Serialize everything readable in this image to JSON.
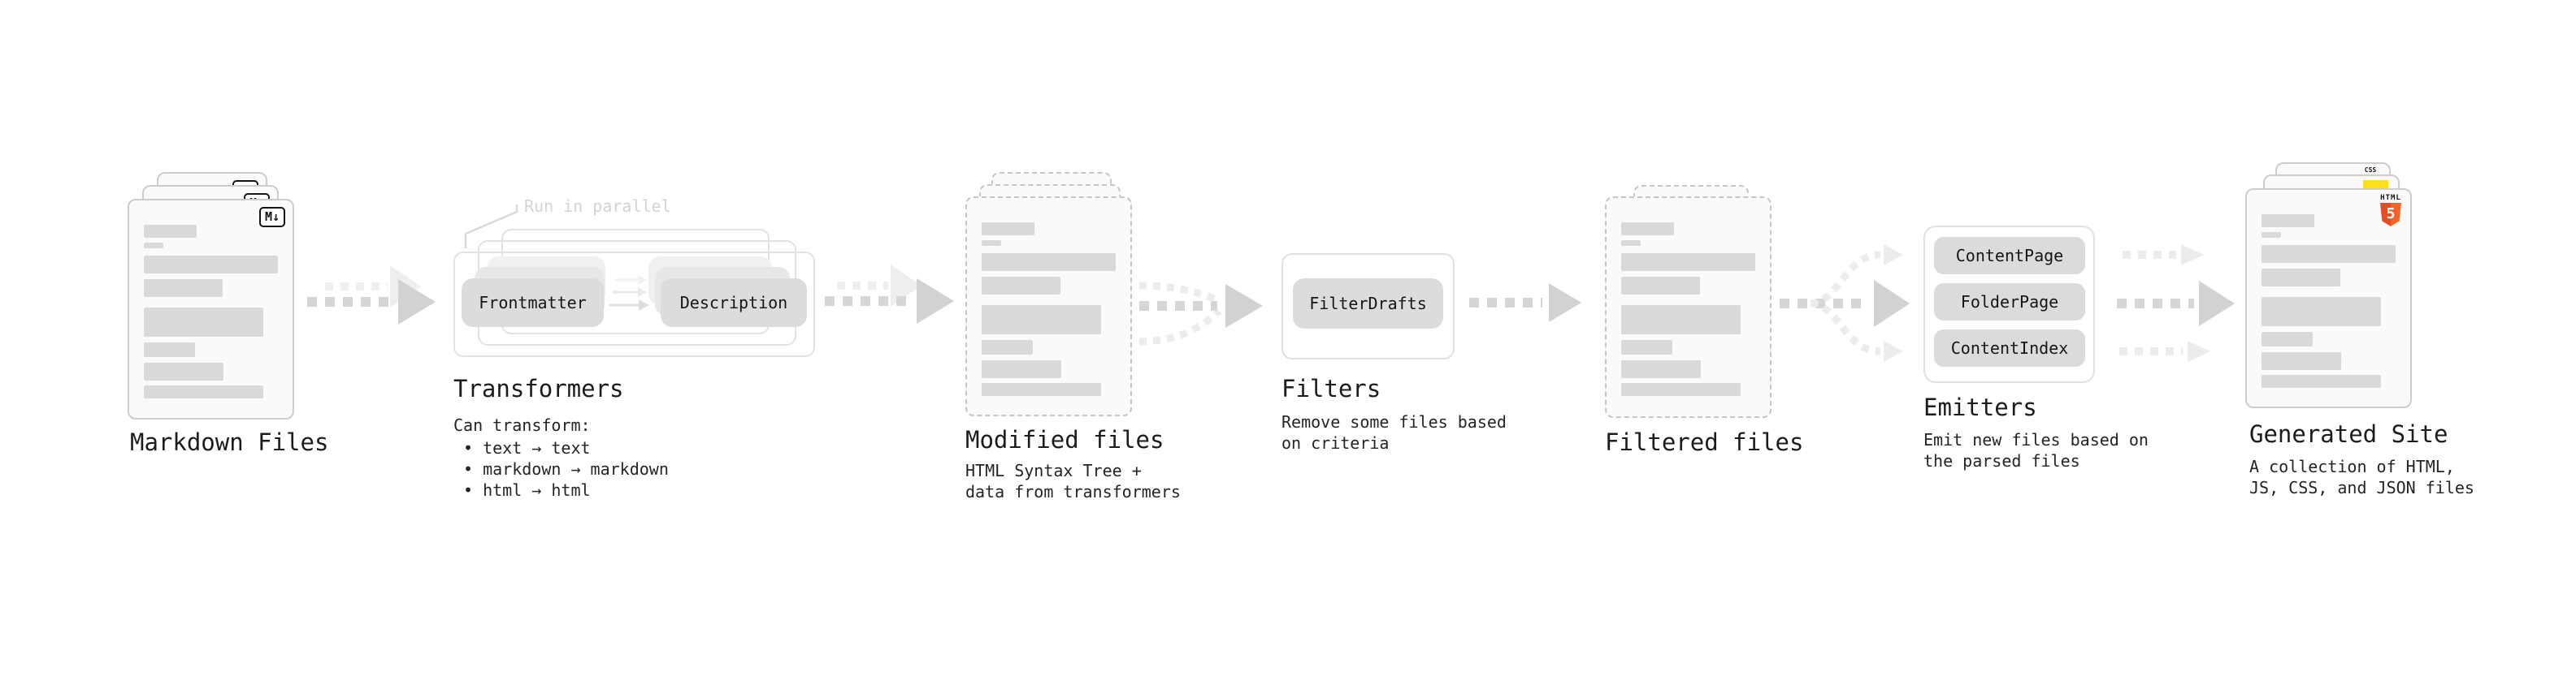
{
  "stages": [
    {
      "label": "Markdown Files"
    },
    {
      "label": "Transformers",
      "annotation": "Run in parallel",
      "nodes": [
        "Frontmatter",
        "Description"
      ],
      "description_title": "Can transform:",
      "bullets": [
        "• text → text",
        "• markdown → markdown",
        "• html → html"
      ]
    },
    {
      "label": "Modified files",
      "description_lines": [
        "HTML Syntax Tree +",
        "data from transformers"
      ]
    },
    {
      "label": "Filters",
      "nodes": [
        "FilterDrafts"
      ],
      "description_lines": [
        "Remove some files based",
        "on criteria"
      ]
    },
    {
      "label": "Filtered files"
    },
    {
      "label": "Emitters",
      "nodes": [
        "ContentPage",
        "FolderPage",
        "ContentIndex"
      ],
      "description_lines": [
        "Emit new files based on",
        "the parsed files"
      ]
    },
    {
      "label": "Generated Site",
      "description_lines": [
        "A collection of HTML,",
        "JS, CSS, and JSON files"
      ]
    }
  ],
  "icons": {
    "markdown": "M↓",
    "html5_wordmark": "HTML",
    "html5_number": "5",
    "css_wordmark": "CSS"
  },
  "colors": {
    "html5_orange": "#e44d26",
    "js_yellow": "#ffdf1c",
    "css_blue": "#2965f1",
    "skeleton_gray": "#d9d9d9",
    "arrow_gray": "#d2d2d2",
    "arrow_ghost_gray": "#ececec",
    "annotation_gray": "#d4d4d4"
  }
}
